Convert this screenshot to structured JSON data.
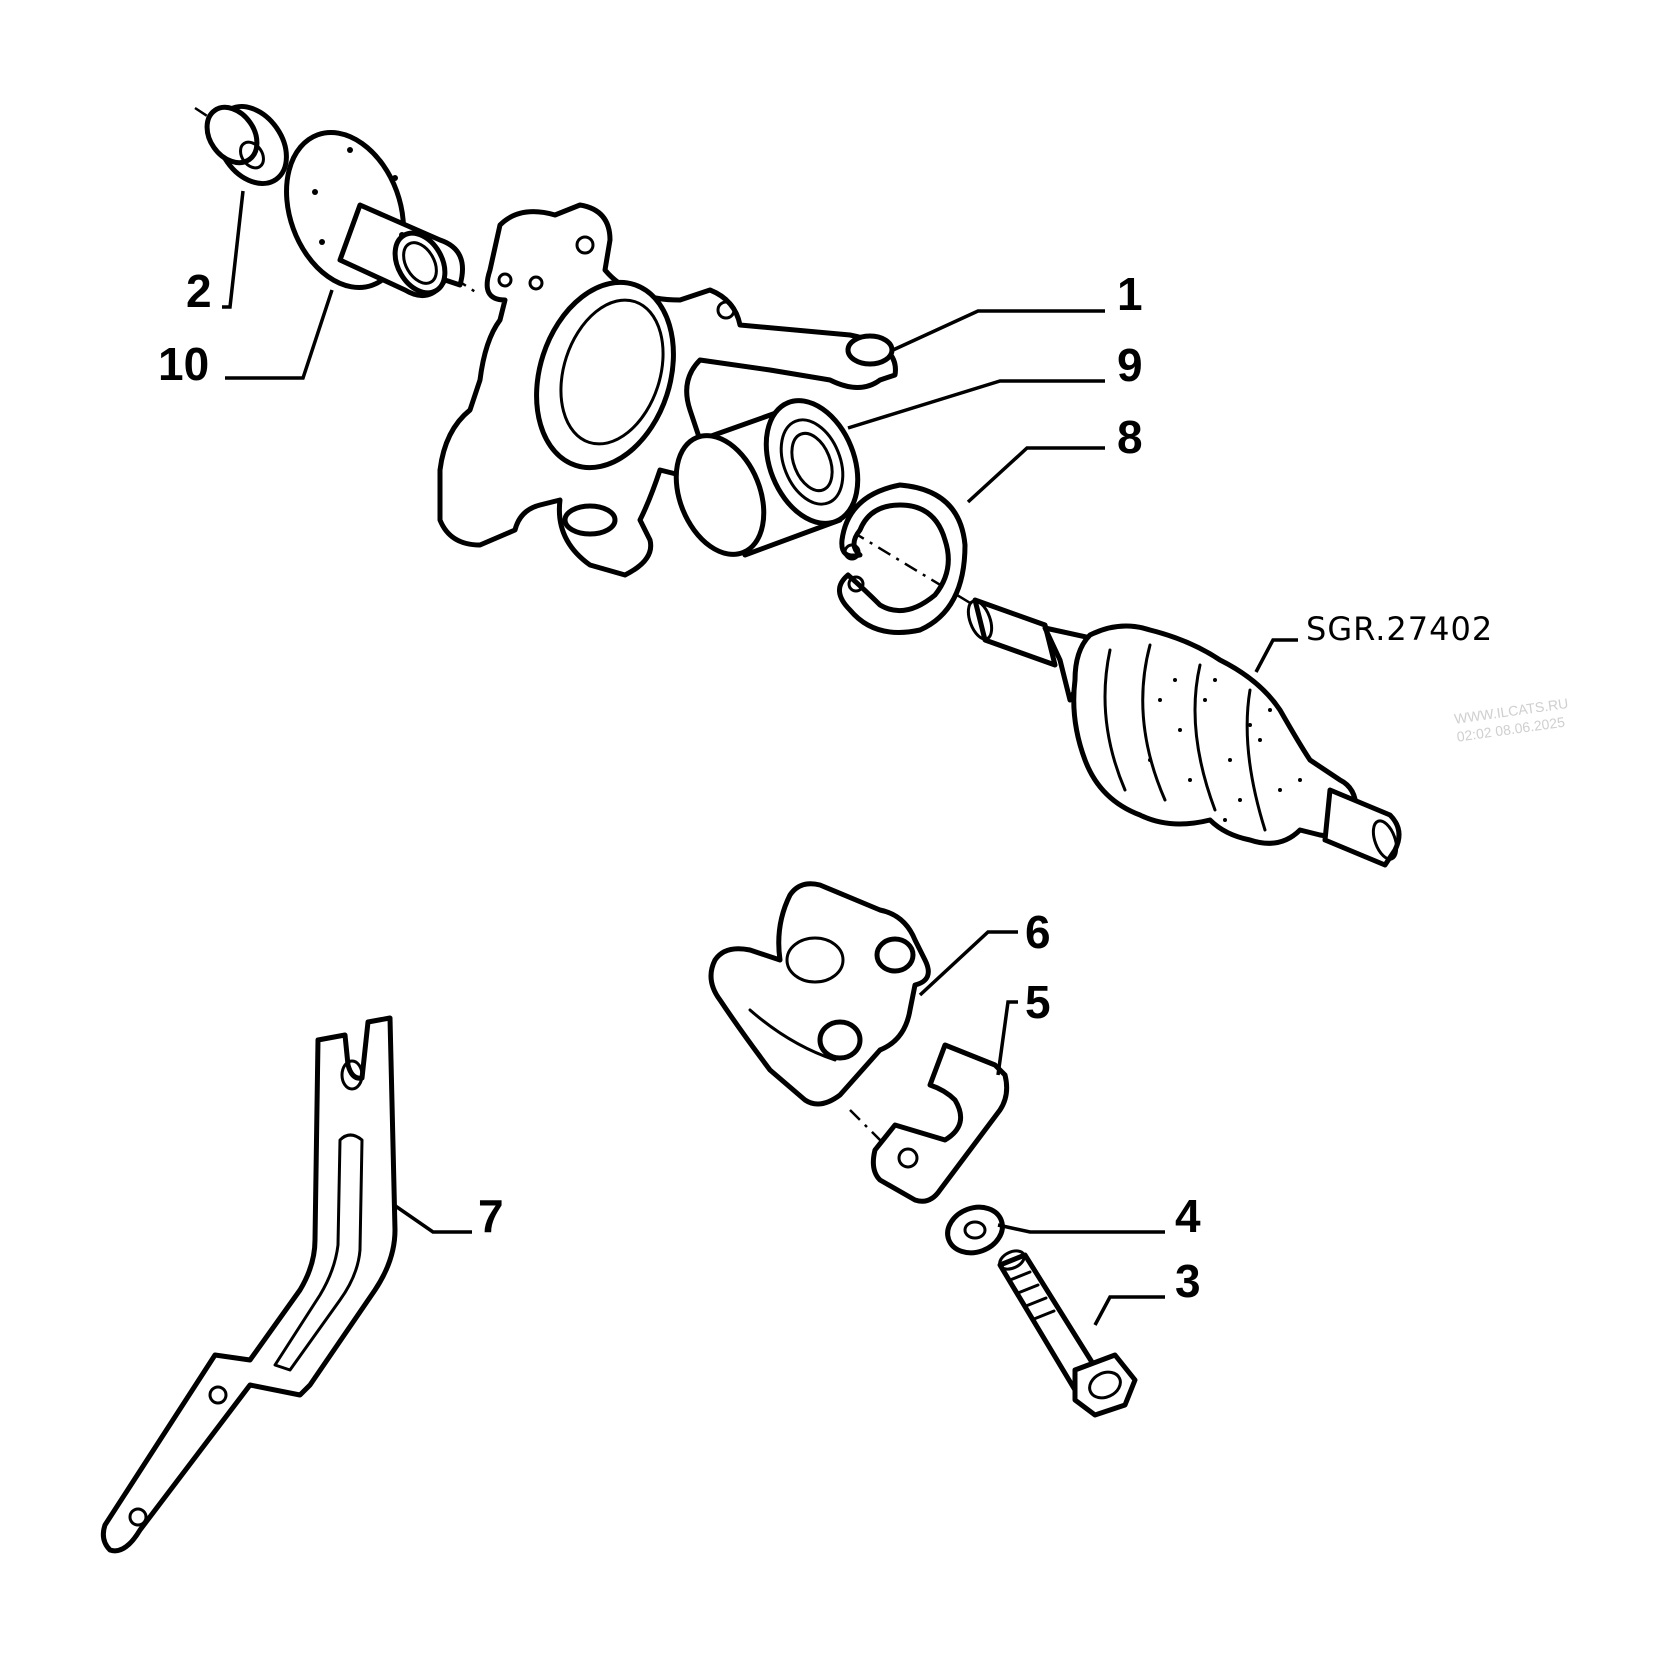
{
  "callouts": {
    "c1": "1",
    "c2": "2",
    "c3": "3",
    "c4": "4",
    "c5": "5",
    "c6": "6",
    "c7": "7",
    "c8": "8",
    "c9": "9",
    "c10": "10"
  },
  "diagram_code": "SGR.27402",
  "watermark": {
    "line1": "WWW.ILCATS.RU",
    "line2": "02:02 08.06.2025"
  }
}
